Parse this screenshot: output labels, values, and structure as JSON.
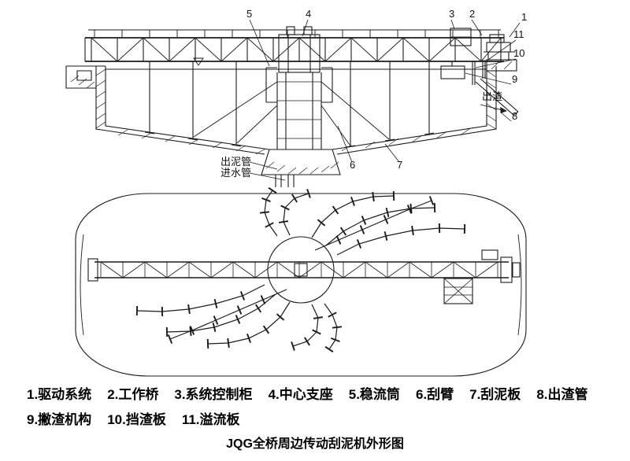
{
  "title": "JQG全桥周边传动刮泥机外形图",
  "side_view": {
    "callouts": {
      "c1": "1",
      "c2": "2",
      "c3": "3",
      "c4": "4",
      "c5": "5",
      "c6": "6",
      "c7": "7",
      "c8": "8",
      "c9": "9",
      "c10": "10",
      "c11": "11"
    },
    "labels": {
      "slag_out": "出渣",
      "sludge_pipe": "出泥管",
      "inlet_pipe": "进水管"
    }
  },
  "legend": {
    "items": [
      "1.驱动系统",
      "2.工作桥",
      "3.系统控制柜",
      "4.中心支座",
      "5.稳流筒",
      "6.刮臂",
      "7.刮泥板",
      "8.出渣管",
      "9.撇渣机构",
      "10.挡渣板",
      "11.溢流板"
    ]
  }
}
